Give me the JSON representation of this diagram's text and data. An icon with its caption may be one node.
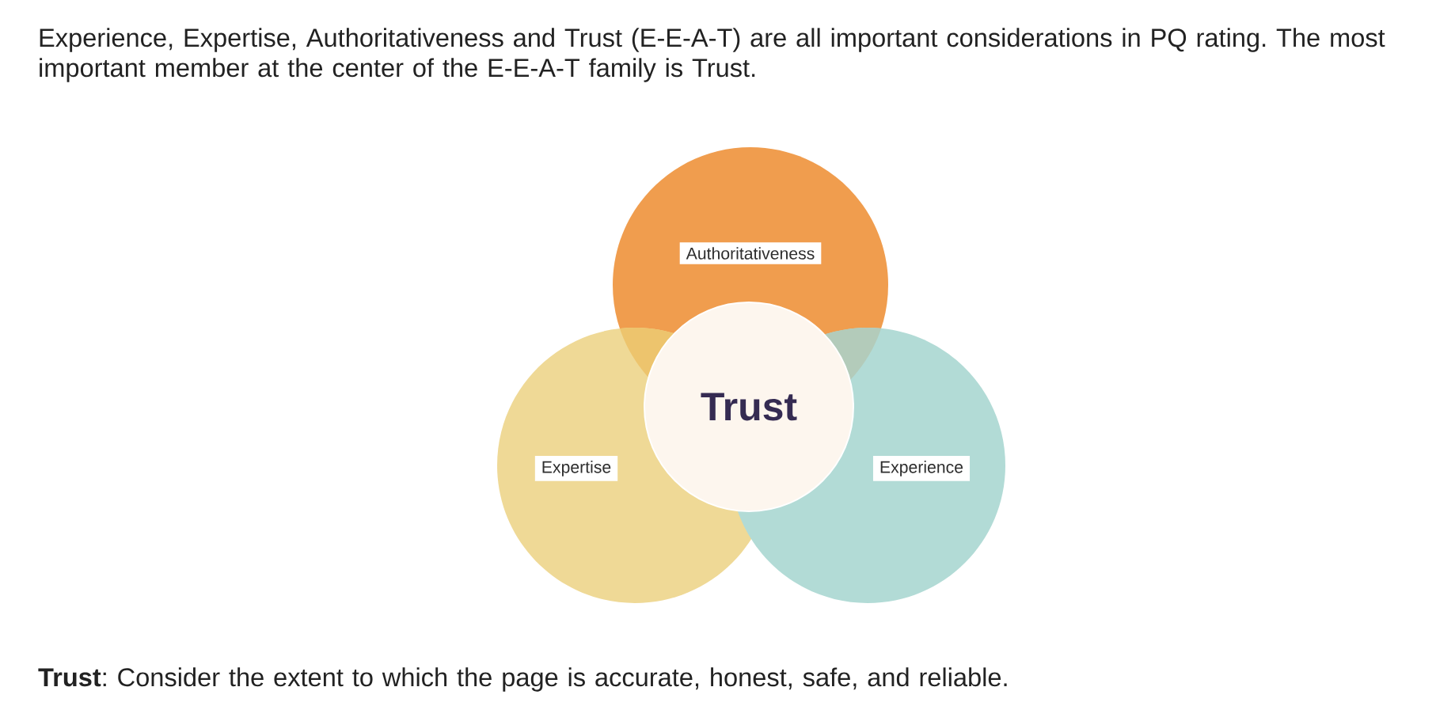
{
  "diagram": {
    "nodes": [
      {
        "text": [
          "Authoritativeness"
        ]
      },
      {
        "text": [
          "Trust"
        ]
      },
      {
        "text": [
          "Expertise"
        ]
      },
      {
        "text": [
          "Experience"
        ]
      }
    ],
    "labels": [
      "Experience, Expertise, Authoritativeness and Trust (E-E-A-T) are all important considerations in PQ rating. The most important member at the center of the E-E-A-T family is Trust.",
      "**Trust**: Consider the extent to which the page is accurate, honest, safe, and reliable."
    ]
  }
}
